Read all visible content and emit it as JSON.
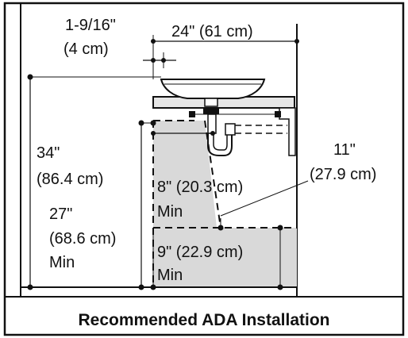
{
  "colors": {
    "frame": "#111111",
    "clearance_fill": "#d9d9d9",
    "background": "#ffffff",
    "vanity_fill": "#e6e6e6"
  },
  "labels": {
    "offset_in": "1-9/16\"",
    "offset_cm": "(4 cm)",
    "width": "24\" (61 cm)",
    "height_in": "34\"",
    "height_cm": "(86.4 cm)",
    "knee_in": "27\"",
    "knee_cm": "(68.6 cm)",
    "knee_min": "Min",
    "depth8_line": "8\" (20.3 cm)",
    "depth8_min": "Min",
    "depth11_in": "11\"",
    "depth11_cm": "(27.9 cm)",
    "depth9_line": "9\" (22.9 cm)",
    "depth9_min": "Min"
  },
  "caption": "Recommended ADA Installation"
}
